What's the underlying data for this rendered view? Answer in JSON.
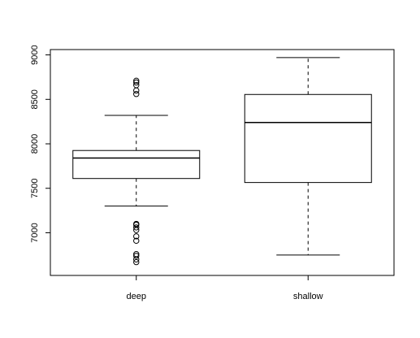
{
  "chart_data": {
    "type": "boxplot",
    "title": "",
    "xlabel": "",
    "ylabel": "",
    "ylim": [
      6520,
      9060
    ],
    "y_ticks": [
      7000,
      7500,
      8000,
      8500,
      9000
    ],
    "grid": false,
    "legend": "none",
    "categories": [
      "deep",
      "shallow"
    ],
    "boxes": [
      {
        "label": "deep",
        "whisker_low": 7300,
        "q1": 7610,
        "median": 7840,
        "q3": 7925,
        "whisker_high": 8320,
        "outliers": [
          8560,
          8600,
          8660,
          8690,
          8710,
          6670,
          6700,
          6740,
          6760,
          6910,
          6960,
          7030,
          7060,
          7090,
          7100
        ]
      },
      {
        "label": "shallow",
        "whisker_low": 6750,
        "q1": 7565,
        "median": 8240,
        "q3": 8555,
        "whisker_high": 8970,
        "outliers": []
      }
    ]
  }
}
